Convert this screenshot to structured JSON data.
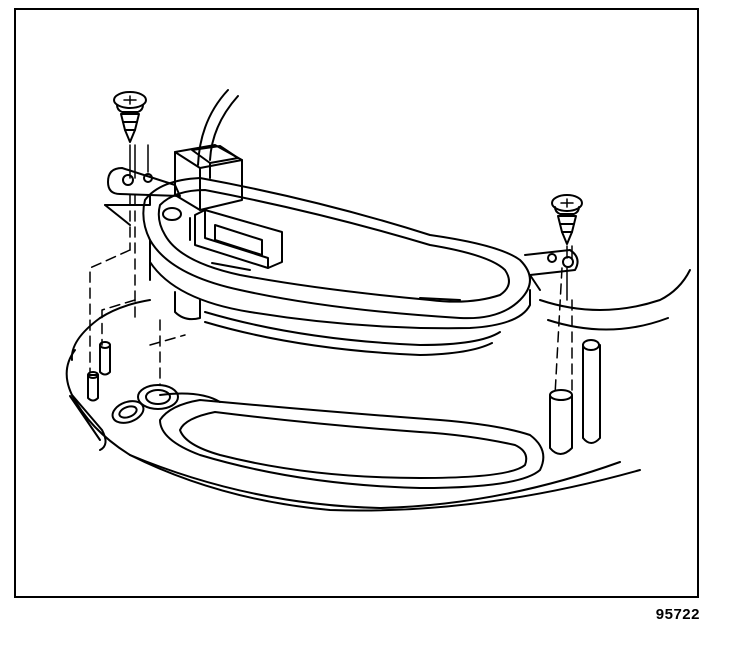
{
  "figure": {
    "number": "95722"
  },
  "colors": {
    "line": "#000000",
    "background": "#ffffff"
  },
  "parts": [
    "screw-icon",
    "screw-icon",
    "connector",
    "switch-block",
    "bracket",
    "lower-housing"
  ]
}
